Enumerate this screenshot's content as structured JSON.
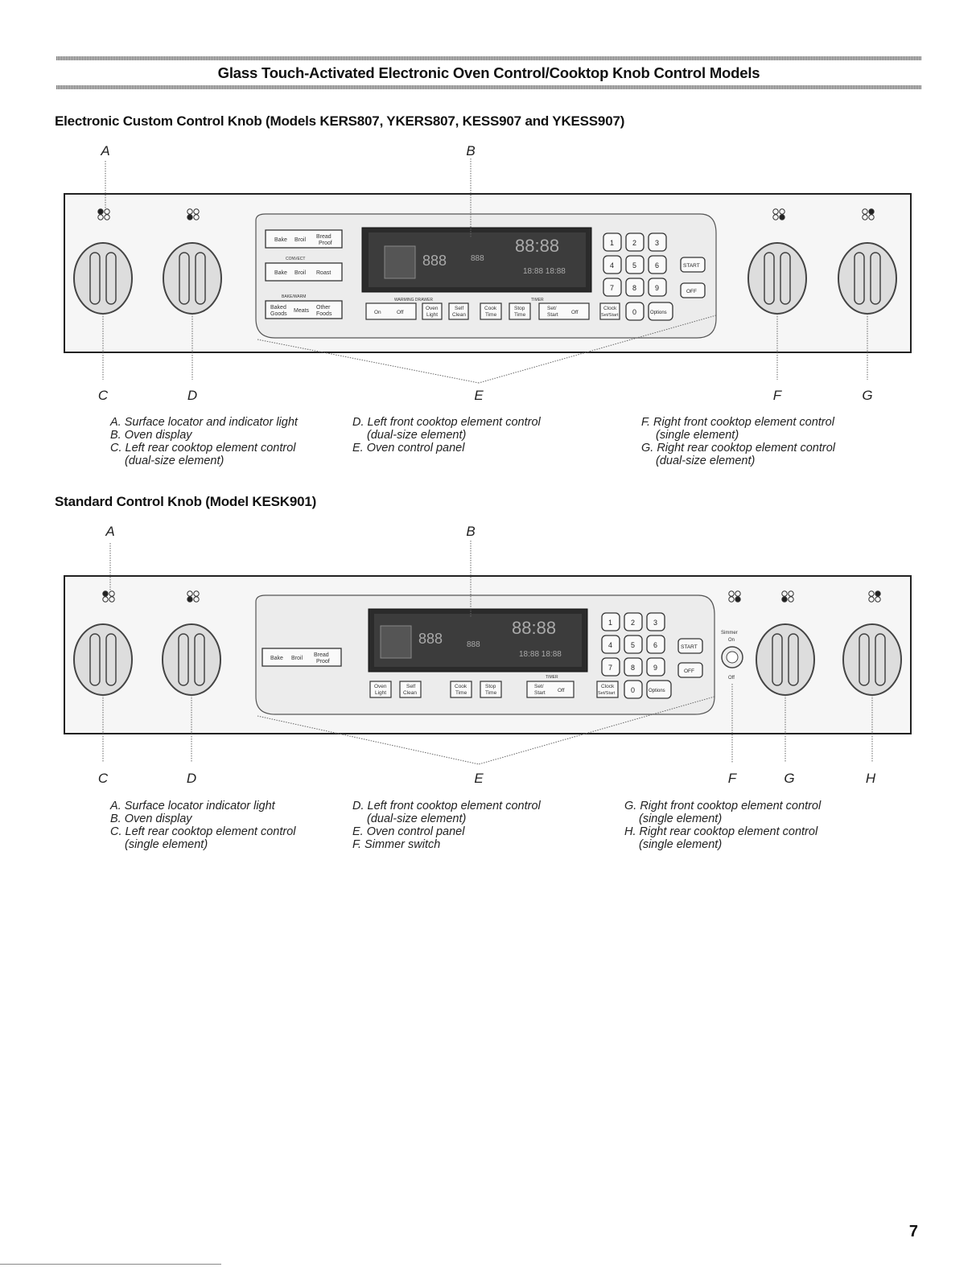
{
  "page": {
    "title": "Glass Touch-Activated Electronic Oven Control/Cooktop Knob Control Models",
    "page_number": "7"
  },
  "section1": {
    "heading": "Electronic Custom Control Knob (Models KERS807, YKERS807, KESS907 and YKESS907)",
    "callouts": [
      "A",
      "B",
      "C",
      "D",
      "E",
      "F",
      "G"
    ],
    "legend": {
      "a": "A. Surface locator and indicator light",
      "b": "B. Oven display",
      "c1": "C. Left rear cooktop element control",
      "c2": "(dual-size element)",
      "d1": "D. Left front cooktop element control",
      "d2": "(dual-size element)",
      "e": "E. Oven control panel",
      "f1": "F. Right front cooktop element control",
      "f2": "(single element)",
      "g1": "G. Right rear cooktop element control",
      "g2": "(dual-size element)"
    },
    "panel": {
      "row1": [
        "Bake",
        "Broil",
        "Bread Proof"
      ],
      "convect_label": "CONVECT",
      "row2": [
        "Bake",
        "Broil",
        "Roast"
      ],
      "bake_warm_label": "BAKE/WARM",
      "row3": [
        "Baked Goods",
        "Meats",
        "Other Foods"
      ],
      "warming_label": "WARMING DRAWER",
      "timer_label": "TIMER",
      "bottom_keys": [
        "On",
        "Off",
        "Oven Light",
        "Self Clean",
        "Cook Time",
        "Stop Time",
        "Set/ Start",
        "Off",
        "Clock Set/Start"
      ],
      "numpad": [
        "1",
        "2",
        "3",
        "4",
        "5",
        "6",
        "7",
        "8",
        "9",
        "0"
      ],
      "start": "START",
      "off": "OFF",
      "options": "Options"
    }
  },
  "section2": {
    "heading": "Standard Control Knob (Model KESK901)",
    "callouts": [
      "A",
      "B",
      "C",
      "D",
      "E",
      "F",
      "G",
      "H"
    ],
    "legend": {
      "a": "A. Surface locator indicator light",
      "b": "B. Oven display",
      "c1": "C. Left rear cooktop element control",
      "c2": "(single element)",
      "d1": "D. Left front cooktop element control",
      "d2": "(dual-size element)",
      "e": "E. Oven control panel",
      "f": "F. Simmer switch",
      "g1": "G. Right front cooktop element control",
      "g2": "(single element)",
      "h1": "H. Right rear cooktop element control",
      "h2": "(single element)"
    },
    "panel": {
      "row1": [
        "Bake",
        "Broil",
        "Bread Proof"
      ],
      "bottom_keys": [
        "Oven Light",
        "Self Clean",
        "Cook Time",
        "Stop Time",
        "Set/ Start",
        "Off",
        "Clock Set/Start"
      ],
      "timer_label": "TIMER",
      "numpad": [
        "1",
        "2",
        "3",
        "4",
        "5",
        "6",
        "7",
        "8",
        "9",
        "0"
      ],
      "start": "START",
      "off": "OFF",
      "options": "Options",
      "simmer_label": "Simmer",
      "simmer_on": "On",
      "simmer_off": "Off"
    }
  }
}
